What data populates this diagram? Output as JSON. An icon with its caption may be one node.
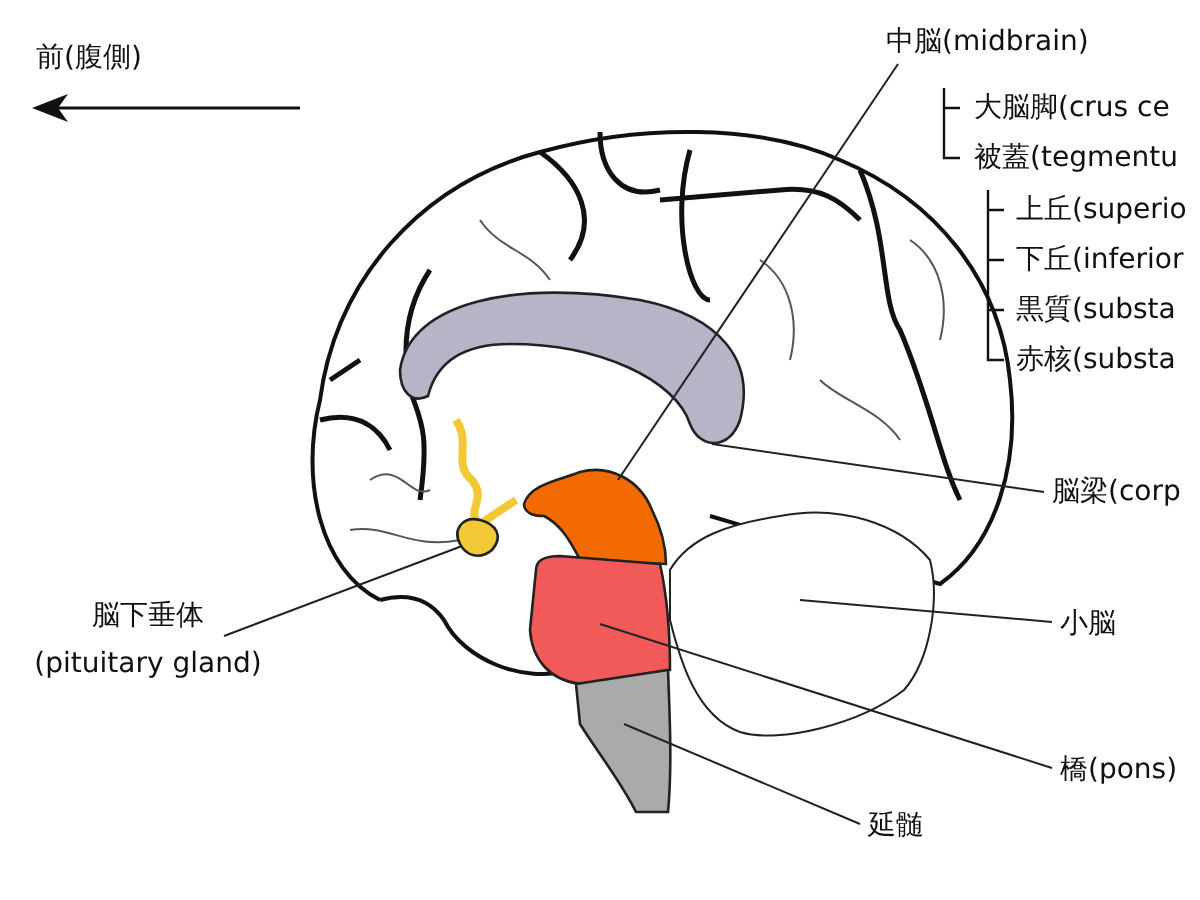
{
  "diagram": {
    "nodes": [
      {
        "text": [
          "中脳(midbrain)"
        ]
      },
      {
        "text": [],
        "shape": "blob"
      },
      {
        "text": [
          "脳梁(corp"
        ]
      },
      {
        "text": [],
        "shape": "blob"
      },
      {
        "text": [
          "小脳"
        ]
      },
      {
        "text": [],
        "shape": "blob"
      },
      {
        "text": [
          "橋(pons)"
        ]
      },
      {
        "text": [],
        "shape": "blob"
      },
      {
        "text": [
          "延髄"
        ]
      },
      {
        "text": [],
        "shape": "blob"
      },
      {
        "text": [
          "脳下垂体 (pituitary gland)"
        ]
      },
      {
        "text": [],
        "shape": "blob"
      }
    ],
    "edges": [
      {
        "from": 0,
        "to": 1,
        "arrow": "none"
      },
      {
        "from": 2,
        "to": 3,
        "arrow": "none"
      },
      {
        "from": 4,
        "to": 5,
        "arrow": "none"
      },
      {
        "from": 6,
        "to": 7,
        "arrow": "none"
      },
      {
        "from": 8,
        "to": 9,
        "arrow": "none"
      },
      {
        "from": 10,
        "to": 11,
        "arrow": "none"
      }
    ],
    "labels": [
      "前(腹側)",
      "大脳脚(crus ce",
      "被蓋(tegmentu",
      "上丘(superio",
      "下丘(inferior",
      "黒質(substa",
      "赤核(substa"
    ]
  }
}
